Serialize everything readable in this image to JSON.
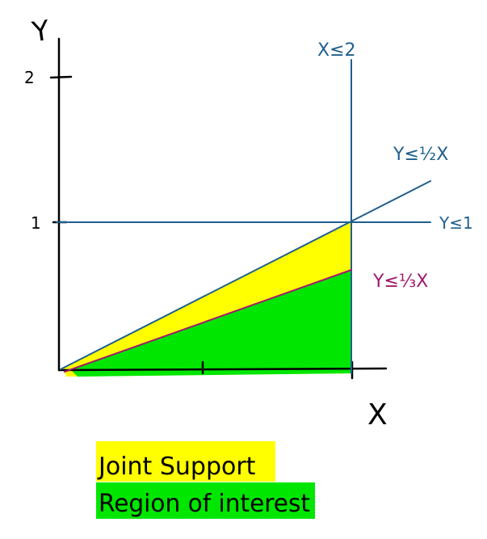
{
  "colors": {
    "axis": "#000000",
    "blue": "#1f5f8f",
    "magenta": "#a0186c",
    "yellow": "#ffff00",
    "green": "#00e600",
    "background": "#ffffff"
  },
  "axes": {
    "x_label": "X",
    "y_label": "Y",
    "y_tick_2": "2",
    "y_tick_1": "1"
  },
  "constraints": {
    "x_le_2": "X≤2",
    "y_le_half_x": "Y≤½X",
    "y_le_1": "Y≤1",
    "y_le_third_x": "Y≤⅓X"
  },
  "legend": {
    "joint_support": "Joint Support",
    "region_of_interest": "Region of interest"
  }
}
